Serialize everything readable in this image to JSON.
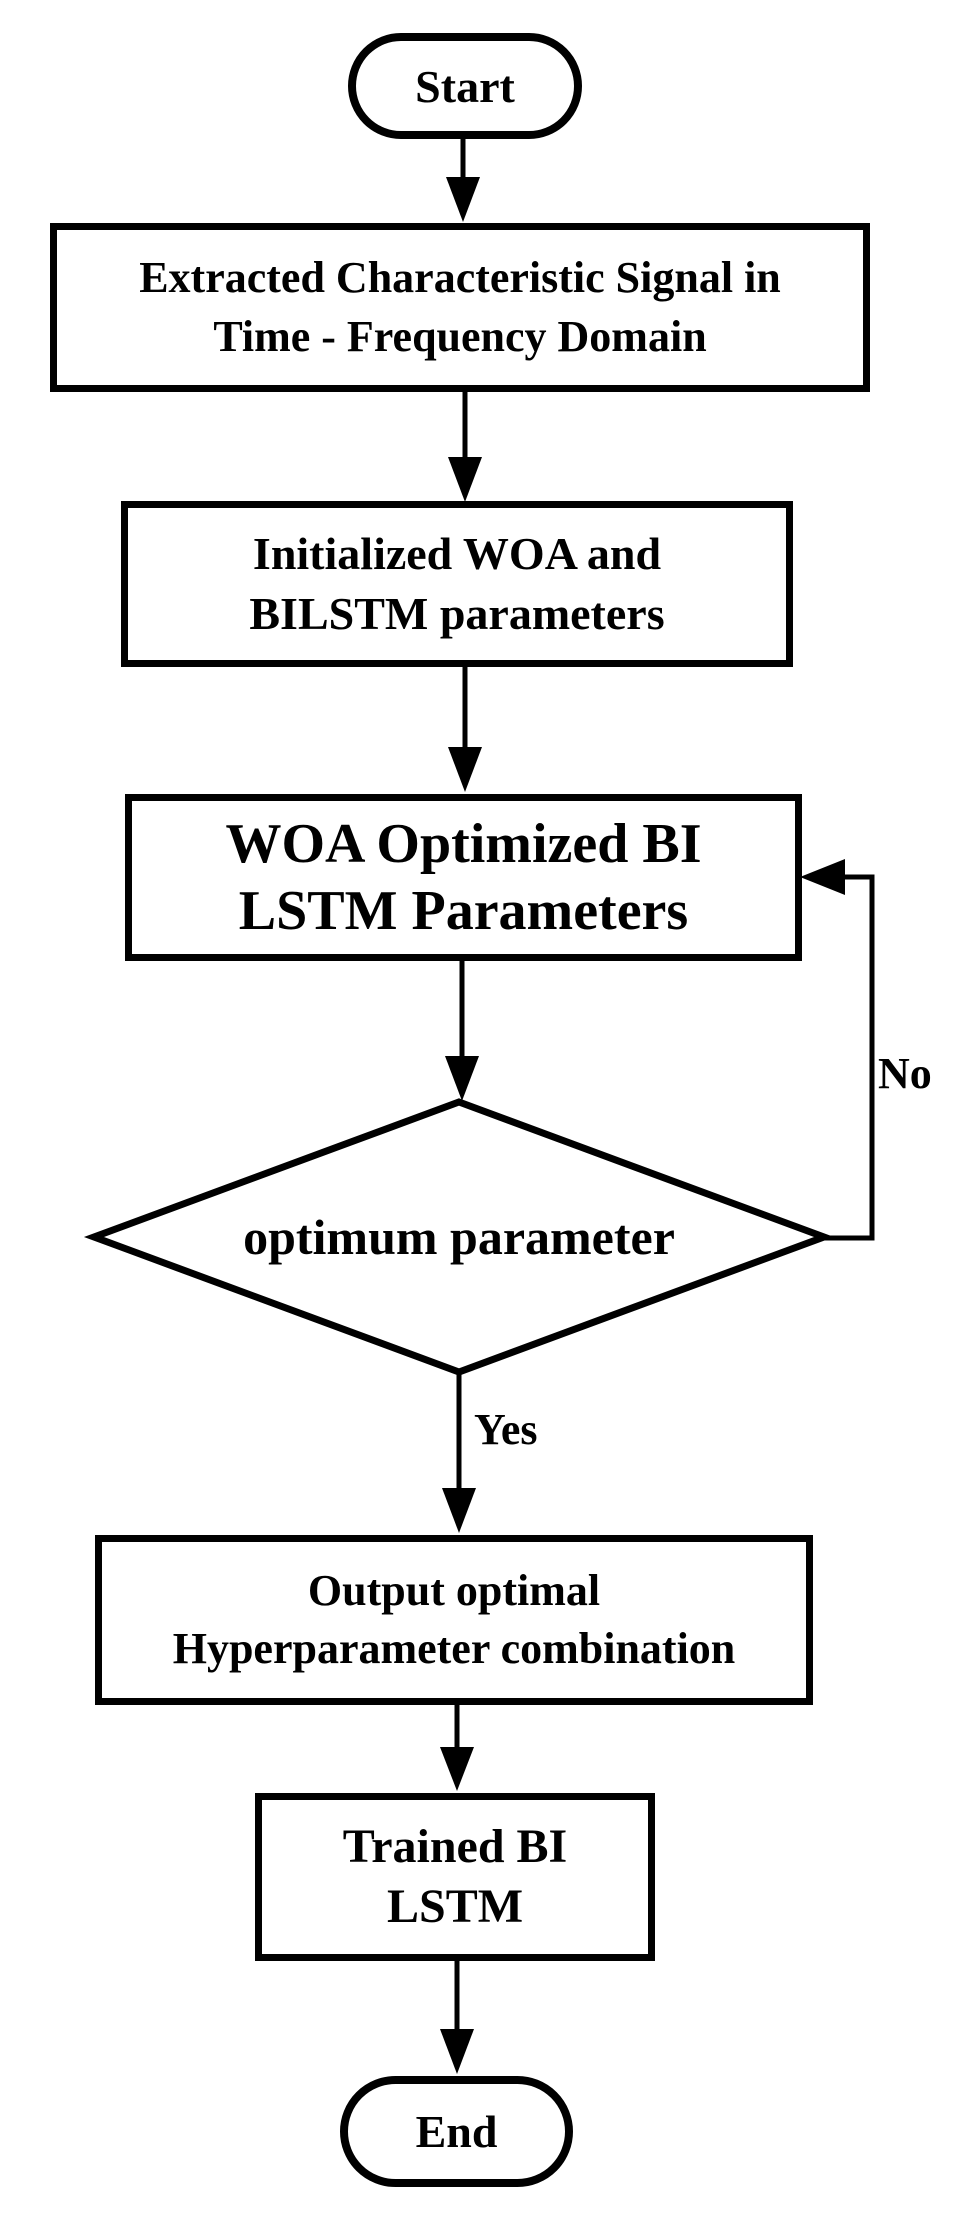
{
  "colors": {
    "line": "#000000",
    "text": "#000000",
    "background": "#ffffff"
  },
  "flowchart": {
    "nodes": {
      "start": {
        "type": "terminator",
        "lines": [
          "Start"
        ]
      },
      "extract": {
        "type": "process",
        "lines": [
          "Extracted Characteristic Signal in",
          "Time - Frequency Domain"
        ]
      },
      "init": {
        "type": "process",
        "lines": [
          "Initialized WOA and",
          "BILSTM parameters"
        ]
      },
      "woa": {
        "type": "process",
        "lines": [
          "WOA Optimized BI",
          "LSTM Parameters"
        ]
      },
      "decision": {
        "type": "decision",
        "lines": [
          "optimum parameter"
        ]
      },
      "output": {
        "type": "process",
        "lines": [
          "Output optimal",
          "Hyperparameter combination"
        ]
      },
      "trained": {
        "type": "process",
        "lines": [
          "Trained BI",
          "LSTM"
        ]
      },
      "end": {
        "type": "terminator",
        "lines": [
          "End"
        ]
      }
    },
    "edge_labels": {
      "yes": "Yes",
      "no": "No"
    }
  }
}
